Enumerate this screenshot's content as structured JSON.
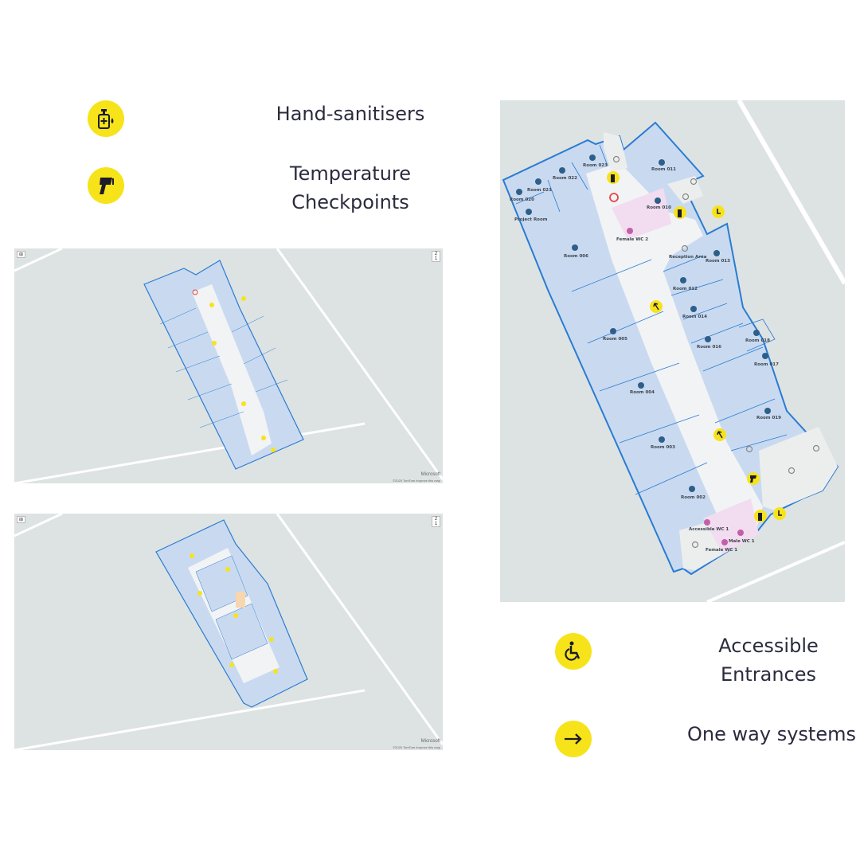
{
  "legend": {
    "hand_sanitisers": "Hand-sanitisers",
    "temperature_line1": "Temperature",
    "temperature_line2": "Checkpoints",
    "accessible_line1": "Accessible",
    "accessible_line2": "Entrances",
    "one_way": "One way systems",
    "icon_color": "#f7e31a"
  },
  "large_map": {
    "rooms": {
      "r023": "Room 023",
      "r011": "Room 011",
      "r022": "Room 022",
      "r021": "Room 021",
      "r020": "Room 020",
      "project": "Project Room",
      "r010": "Room 010",
      "fwc2": "Female WC 2",
      "r006": "Room 006",
      "reception": "Reception Area",
      "r013": "Room 013",
      "r012": "Room 012",
      "r014": "Room 014",
      "r005": "Room 005",
      "r016": "Room 016",
      "r018": "Room 018",
      "r017": "Room 017",
      "r004": "Room 004",
      "r019": "Room 019",
      "r003": "Room 003",
      "r002": "Room 002",
      "awc1": "Accessible WC 1",
      "mwc1": "Male WC 1",
      "fwc1": "Female WC 1"
    }
  },
  "small_maps": {
    "map1_floors": [
      "2",
      "1"
    ],
    "map2_floors": [
      "2",
      "1"
    ],
    "brand": "Microsoft",
    "copyright": "©2020 TomTom Improve this map"
  },
  "colors": {
    "room_fill": "#c9daf0",
    "outline": "#2a7bd3",
    "corridor": "#f2f3f5",
    "wc_fill": "#f2dcef",
    "map_bg": "#dde3e2"
  }
}
